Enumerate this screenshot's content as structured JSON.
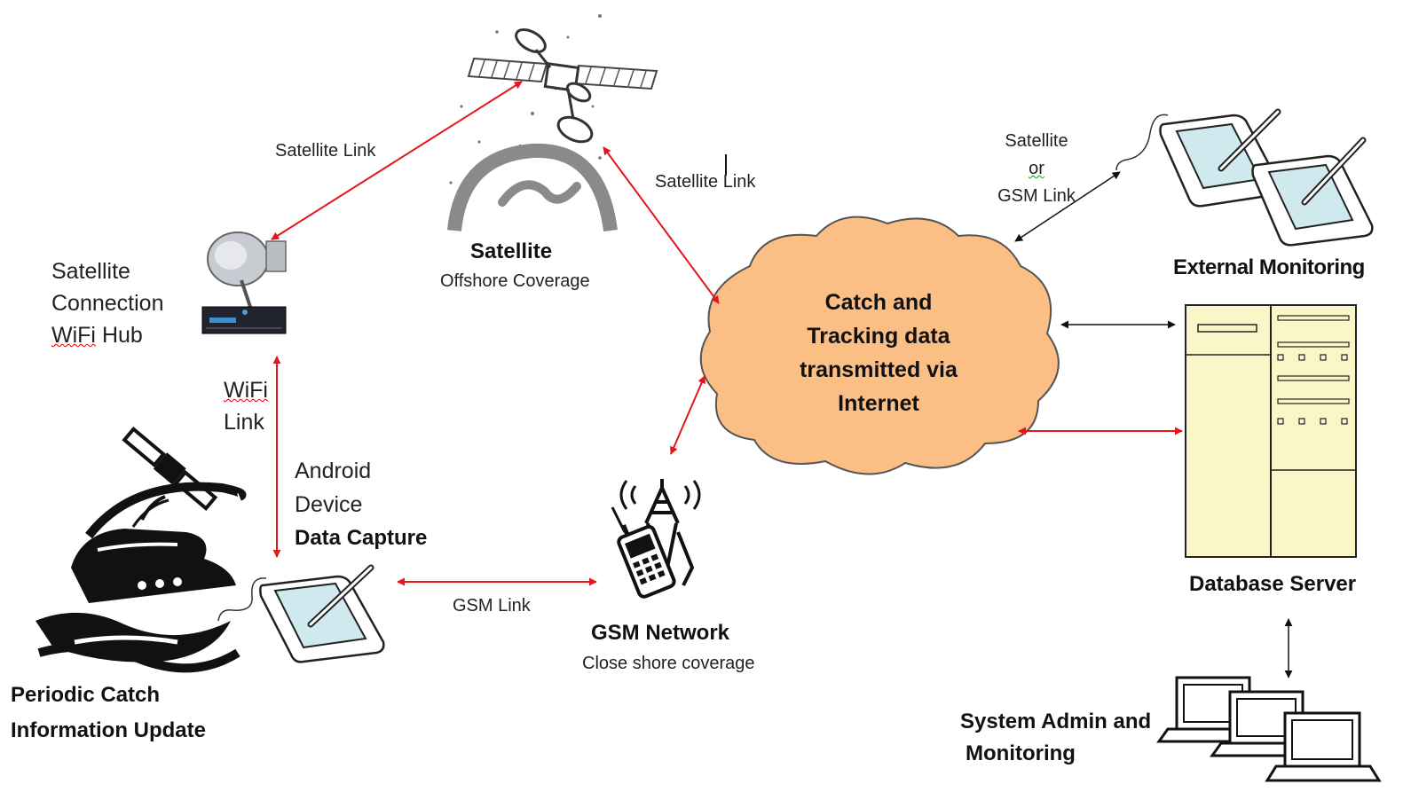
{
  "colors": {
    "red_link": "#e8141c",
    "black_link": "#111111",
    "cloud_fill": "#fbbf86",
    "server_fill": "#fbf6c8",
    "screen_fill": "#cfe9ee"
  },
  "nodes": {
    "satellite": {
      "title": "Satellite",
      "subtitle": "Offshore Coverage"
    },
    "hub": {
      "line1": "Satellite",
      "line2": "Connection",
      "line3a": "WiFi",
      "line3b": "Hub"
    },
    "cloud": {
      "line1": "Catch and",
      "line2": "Tracking data",
      "line3": "transmitted via",
      "line4": "Internet"
    },
    "external": {
      "title": "External Monitoring"
    },
    "database": {
      "title": "Database Server"
    },
    "admin": {
      "line1": "System Admin and",
      "line2": "Monitoring"
    },
    "gsm": {
      "title": "GSM Network",
      "subtitle": "Close shore coverage"
    },
    "android": {
      "line1": "Android",
      "line2": "Device",
      "line3": "Data Capture"
    },
    "vessel": {
      "line1": "Periodic Catch",
      "line2": "Information Update"
    }
  },
  "links": {
    "sat_hub": "Satellite Link",
    "sat_cloud": "Satellite Link",
    "wifi_line1": "WiFi",
    "wifi_line2": "Link",
    "gsm": "GSM Link",
    "ext_line1": "Satellite",
    "ext_line2": "or",
    "ext_line3": "GSM Link"
  },
  "icons": [
    "satellite-icon",
    "satellite-dish-icon",
    "boat-icon",
    "tablet-icon",
    "cell-tower-icon",
    "cloud-icon",
    "server-rack-icon",
    "laptop-icon"
  ]
}
